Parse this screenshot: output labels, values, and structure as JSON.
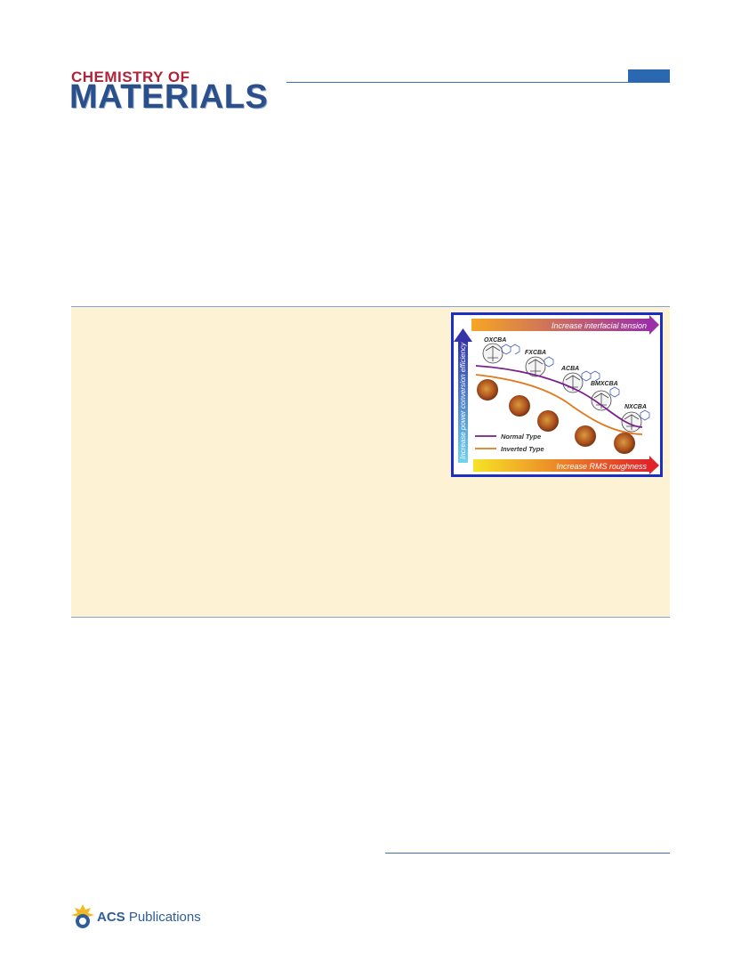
{
  "journal": {
    "name_line1": "CHEMISTRY OF",
    "name_line2": "MATERIALS"
  },
  "toc_graphic": {
    "top_arrow_label": "Increase interfacial tension",
    "bottom_arrow_label": "Increase RMS roughness",
    "vertical_arrow_label": "Increase power conversion efficiency",
    "compounds": [
      "OXCBA",
      "FXCBA",
      "ACBA",
      "BMXCBA",
      "NXCBA"
    ],
    "legend": [
      "Normal Type",
      "Inverted Type"
    ],
    "colors": {
      "normal_line": "#7a1f8e",
      "inverted_line": "#e07b1f",
      "border": "#1c2fc4"
    }
  },
  "footer": {
    "publisher_bold": "ACS",
    "publisher_rest": " Publications"
  },
  "colors": {
    "journal_red": "#b0243a",
    "journal_blue": "#2a4f8a",
    "abstract_bg": "#fdf2d4"
  }
}
